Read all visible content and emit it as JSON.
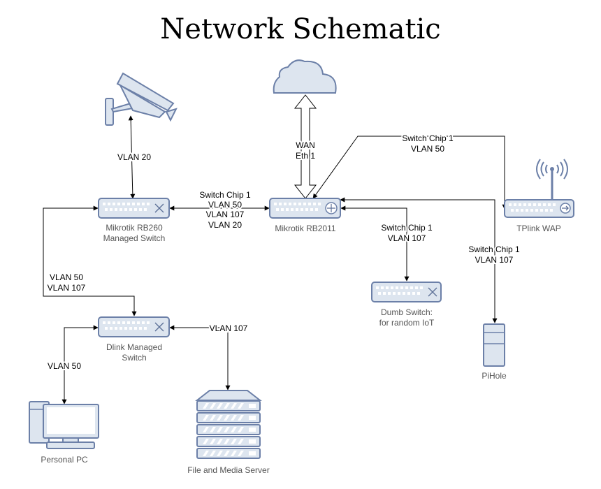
{
  "title": "Network Schematic",
  "nodes": {
    "camera": {
      "label": "",
      "icon": "security-camera-icon"
    },
    "cloud": {
      "label": "",
      "icon": "cloud-icon"
    },
    "rb260": {
      "label_line1": "Mikrotik RB260",
      "label_line2": "Managed Switch",
      "icon": "switch-icon"
    },
    "rb2011": {
      "label": "Mikrotik RB2011",
      "icon": "router-icon"
    },
    "tplink": {
      "label": "TPlink WAP",
      "icon": "wireless-access-point-icon"
    },
    "dumb": {
      "label_line1": "Dumb Switch:",
      "label_line2": "for random IoT",
      "icon": "switch-icon"
    },
    "dlink": {
      "label_line1": "Dlink Managed",
      "label_line2": "Switch",
      "icon": "switch-icon"
    },
    "pihole": {
      "label": "PiHole",
      "icon": "tower-computer-icon"
    },
    "pc": {
      "label": "Personal PC",
      "icon": "desktop-computer-icon"
    },
    "server": {
      "label": "File and Media Server",
      "icon": "server-rack-icon"
    }
  },
  "edges": {
    "camera_rb260": {
      "lines": [
        "VLAN 20"
      ]
    },
    "wan": {
      "lines": [
        "WAN",
        "Eth 1"
      ]
    },
    "rb2011_tplink": {
      "lines": [
        "Switch Chip 1",
        "VLAN 50"
      ]
    },
    "rb260_rb2011": {
      "lines": [
        "Switch Chip 1",
        "VLAN 50",
        "VLAN 107",
        "VLAN 20"
      ]
    },
    "rb2011_dumb": {
      "lines": [
        "Switch Chip 1",
        "VLAN 107"
      ]
    },
    "rb2011_pihole": {
      "lines": [
        "Switch Chip 1",
        "VLAN 107"
      ]
    },
    "rb260_dlink": {
      "lines": [
        "VLAN 50",
        "VLAN 107"
      ]
    },
    "dlink_pc": {
      "lines": [
        "VLAN 50"
      ]
    },
    "dlink_server": {
      "lines": [
        "VLAN 107"
      ]
    }
  },
  "colors": {
    "device_fill": "#dde5ef",
    "device_stroke": "#6c80a8",
    "label_gray": "#555555",
    "wire": "#000000"
  }
}
